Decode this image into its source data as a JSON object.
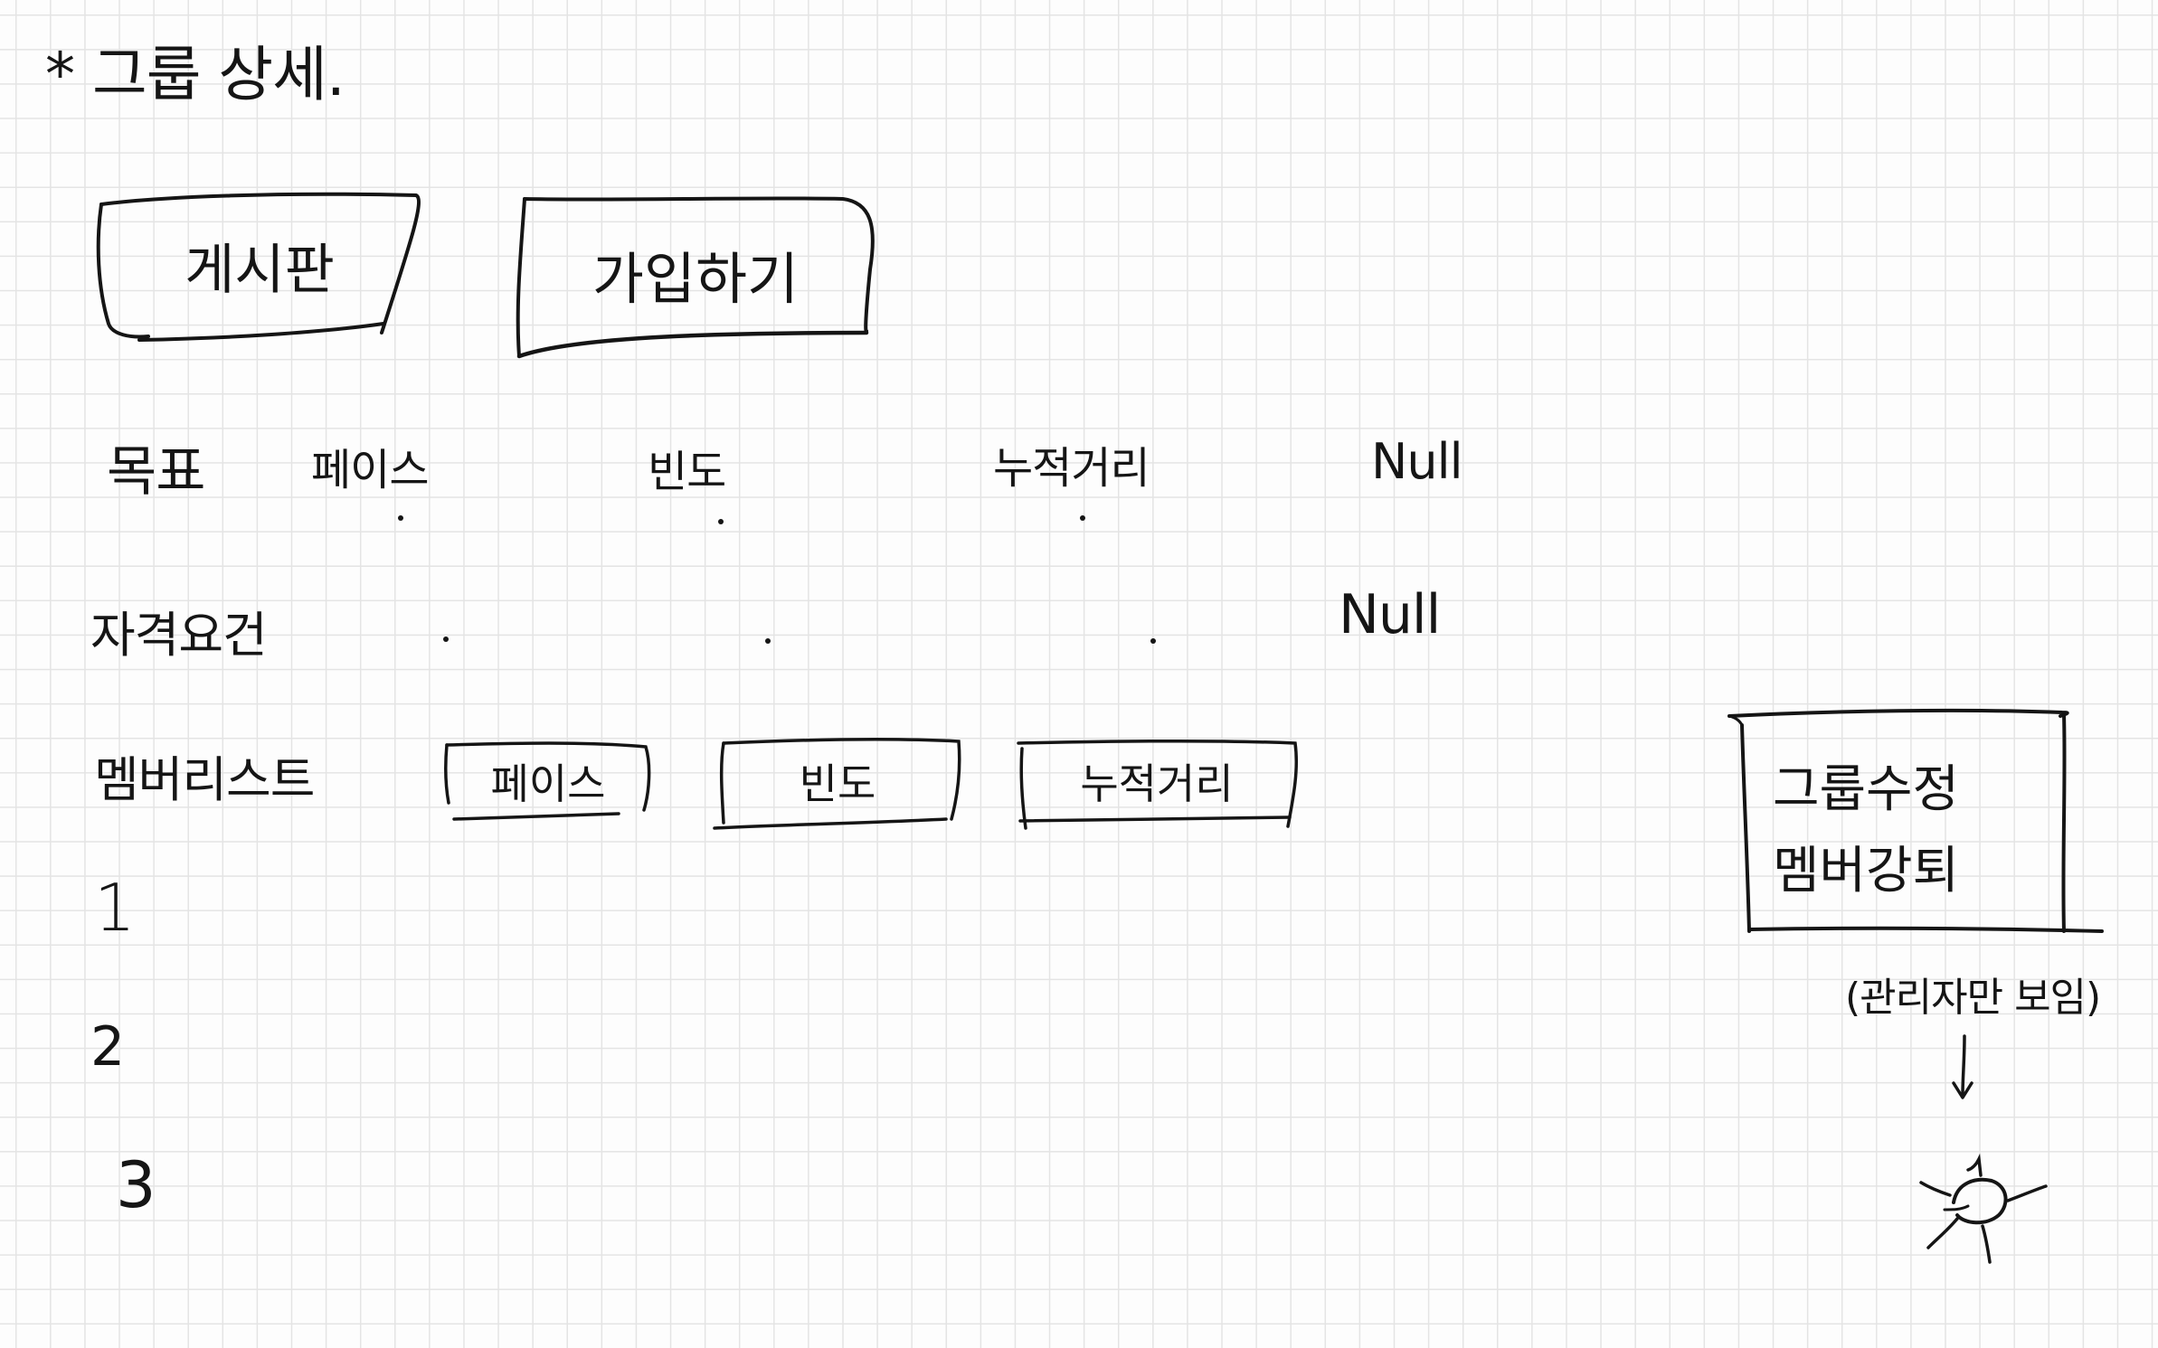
{
  "title": "* 그룹 상세.",
  "buttons": {
    "board": "게시판",
    "join": "가입하기"
  },
  "rows": {
    "goal": {
      "label": "목표",
      "columns": [
        "페이스",
        "빈도",
        "누적거리",
        "Null"
      ]
    },
    "qualification": {
      "label": "자격요건",
      "null_text": "Null"
    },
    "member_list": {
      "label": "멤버리스트",
      "column_buttons": [
        "페이스",
        "빈도",
        "누적거리"
      ],
      "items": [
        "1",
        "2",
        "3"
      ]
    }
  },
  "admin_panel": {
    "edit_group": "그룹수정",
    "kick_member": "멤버강퇴",
    "note": "(관리자만 보임)"
  },
  "colors": {
    "ink": "#151515",
    "grid": "#e4e4e4",
    "paper": "#fdfdfd"
  }
}
